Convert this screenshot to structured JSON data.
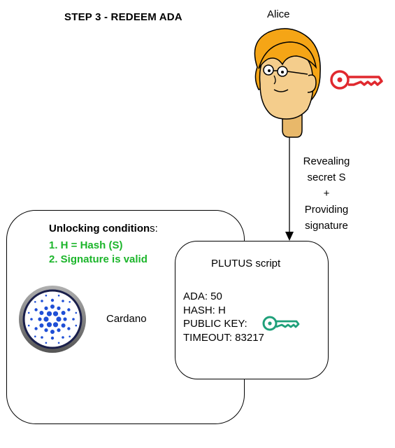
{
  "header": {
    "step_title": "STEP 3 - REDEEM ADA"
  },
  "actor": {
    "name": "Alice",
    "icon": "alice-cartoon-avatar"
  },
  "arrow": {
    "lines": [
      "Revealing",
      "secret S",
      "+",
      "Providing",
      "signature"
    ]
  },
  "cardano_box": {
    "title_bold": "Unlocking condition",
    "title_rest": "s:",
    "conditions": [
      "1. H = Hash (S)",
      "2. Signature is valid"
    ],
    "label": "Cardano",
    "logo": "cardano-logo-icon"
  },
  "script_box": {
    "title": "PLUTUS script",
    "lines": [
      "ADA: 50",
      "HASH: H",
      "PUBLIC KEY:",
      "TIMEOUT: 83217"
    ],
    "public_key_icon": "key-icon"
  },
  "colors": {
    "private_key": "#e0282e",
    "public_key": "#1fa07a",
    "conditions_text": "#1bb52a",
    "cardano_blue": "#1f4fd6"
  }
}
